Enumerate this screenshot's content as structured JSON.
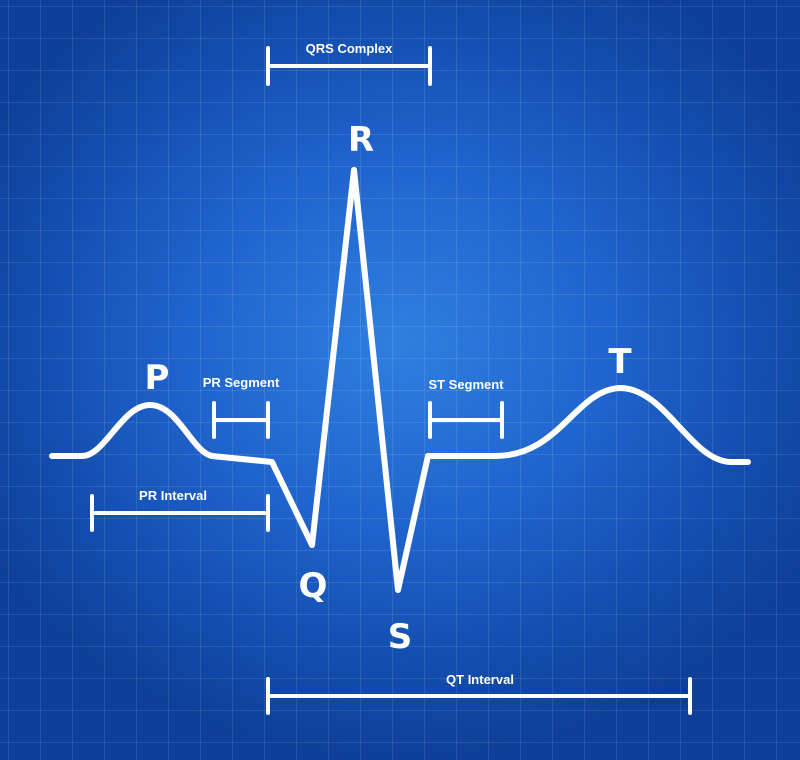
{
  "waves": {
    "p": "P",
    "q": "Q",
    "r": "R",
    "s": "S",
    "t": "T"
  },
  "labels": {
    "qrs_complex": "QRS Complex",
    "pr_segment": "PR Segment",
    "st_segment": "ST Segment",
    "pr_interval": "PR Interval",
    "qt_interval": "QT Interval"
  },
  "colors": {
    "background": "#1f63cc",
    "trace": "#ffffff"
  }
}
